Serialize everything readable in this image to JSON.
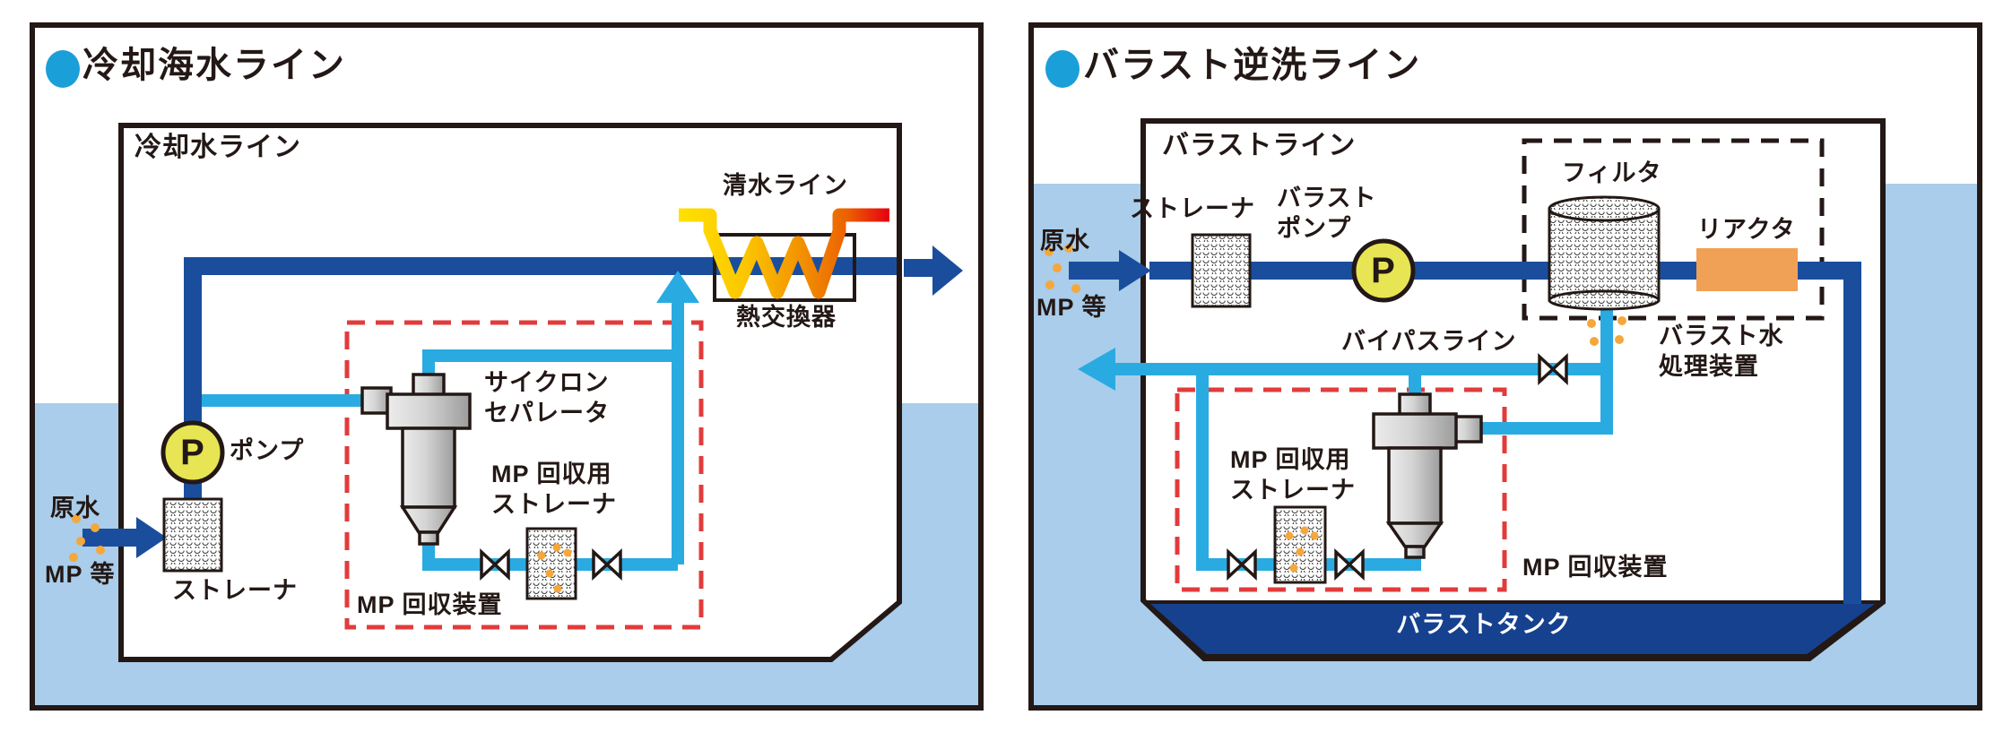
{
  "figure": {
    "description": "Two ship piping schematics showing microplastic (MP) recovery devices installed on a cooling seawater line and a ballast backwash line"
  },
  "colors": {
    "ink": "#231815",
    "sea": "#a9cdea",
    "dark_pipe": "#1a4e9d",
    "light_pipe": "#29abe2",
    "red_dash": "#e23b3b",
    "pump_yellow": "#e7e553",
    "reactor_orange": "#f0a155",
    "mp_dot_orange": "#f5a73b",
    "title_bullet_blue": "#1b9fd8",
    "fresh_water_hot": "#e60012",
    "fresh_water_cold": "#ffe100",
    "tank_blue": "#16418f"
  },
  "panels": [
    {
      "id": "cooling-seawater-line",
      "title": "冷却海水ライン",
      "diagram_label": "冷却水ライン",
      "labels": {
        "fresh_water_line": "清水ライン",
        "heat_exchanger": "熱交換器",
        "cyclone_line1": "サイクロン",
        "cyclone_line2": "セパレータ",
        "pump_symbol": "P",
        "pump": "ポンプ",
        "raw_water": "原水",
        "mp_etc": "MP 等",
        "strainer": "ストレーナ",
        "mp_strainer_line1": "MP 回収用",
        "mp_strainer_line2": "ストレーナ",
        "mp_recovery_unit": "MP 回収装置"
      }
    },
    {
      "id": "ballast-backwash-line",
      "title": "バラスト逆洗ライン",
      "diagram_label": "バラストライン",
      "labels": {
        "strainer": "ストレーナ",
        "ballast_pump_line1": "バラスト",
        "ballast_pump_line2": "ポンプ",
        "pump_symbol": "P",
        "filter": "フィルタ",
        "reactor": "リアクタ",
        "bwts_line1": "バラスト水",
        "bwts_line2": "処理装置",
        "bypass_line": "バイパスライン",
        "mp_strainer_line1": "MP 回収用",
        "mp_strainer_line2": "ストレーナ",
        "mp_recovery_unit": "MP 回収装置",
        "ballast_tank": "バラストタンク",
        "raw_water": "原水",
        "mp_etc": "MP 等"
      }
    }
  ]
}
